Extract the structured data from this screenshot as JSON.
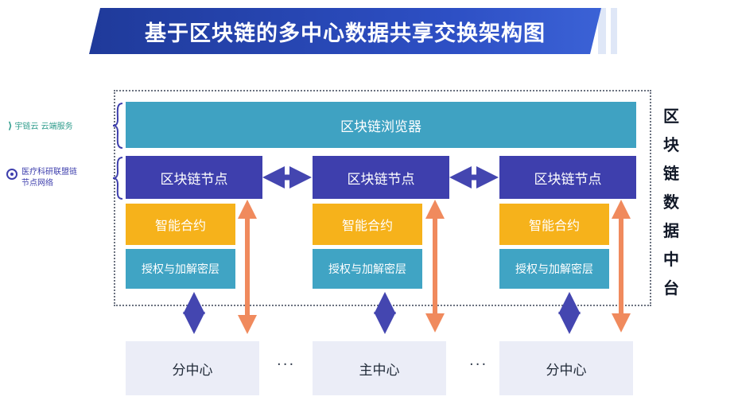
{
  "title": "基于区块链的多中心数据共享交换架构图",
  "brand": {
    "name": "宇链云 云端服务"
  },
  "legend": {
    "line1": "医疗科研联盟链",
    "line2": "节点网络"
  },
  "browser": {
    "label": "区块链浏览器"
  },
  "nodes": [
    {
      "label": "区块链节点"
    },
    {
      "label": "区块链节点"
    },
    {
      "label": "区块链节点"
    }
  ],
  "layers": {
    "contract": "智能合约",
    "auth": "授权与加解密层"
  },
  "centers": [
    {
      "label": "分中心"
    },
    {
      "label": "主中心"
    },
    {
      "label": "分中心"
    }
  ],
  "ellipsis": "···",
  "side_label": [
    "区",
    "块",
    "链",
    "数",
    "据",
    "中",
    "台"
  ],
  "colors": {
    "node": "#3e3fad",
    "contract": "#f6b21b",
    "auth": "#40a4c4",
    "browser": "#3fa2c2",
    "arrow_purple": "#4446b0",
    "arrow_orange": "#f08a5d"
  }
}
